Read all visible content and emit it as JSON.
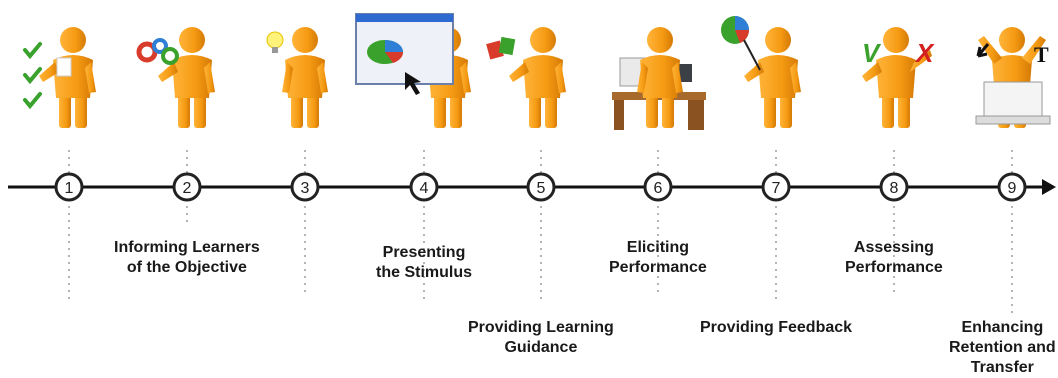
{
  "steps": [
    {
      "number": "1",
      "label_lines": []
    },
    {
      "number": "2",
      "label_lines": [
        "Informing Learners",
        "of the Objective"
      ]
    },
    {
      "number": "3",
      "label_lines": []
    },
    {
      "number": "4",
      "label_lines": [
        "Presenting",
        "the Stimulus"
      ]
    },
    {
      "number": "5",
      "label_lines": [
        "Providing Learning",
        "Guidance"
      ]
    },
    {
      "number": "6",
      "label_lines": [
        "Eliciting",
        "Performance"
      ]
    },
    {
      "number": "7",
      "label_lines": [
        "Providing Feedback"
      ]
    },
    {
      "number": "8",
      "label_lines": [
        "Assessing",
        "Performance"
      ]
    },
    {
      "number": "9",
      "label_lines": [
        "Enhancing",
        "Retention and",
        "Transfer"
      ]
    }
  ],
  "icons": [
    "checklist-icon",
    "gears-icon",
    "lightbulb-icon",
    "presentation-screen-icon",
    "puzzle-icon",
    "desk-computer-icon",
    "pie-chart-pointer-icon",
    "check-cross-icon",
    "laptop-arrow-icon"
  ],
  "feedback_marks": {
    "check": "V",
    "cross": "X"
  },
  "transfer_letter": "T",
  "colors": {
    "figure": "#f59a12",
    "figure_shade": "#d97c08",
    "line": "#111111",
    "dots": "#b5b5b5",
    "check": "#3aa12c",
    "cross": "#d42020"
  }
}
